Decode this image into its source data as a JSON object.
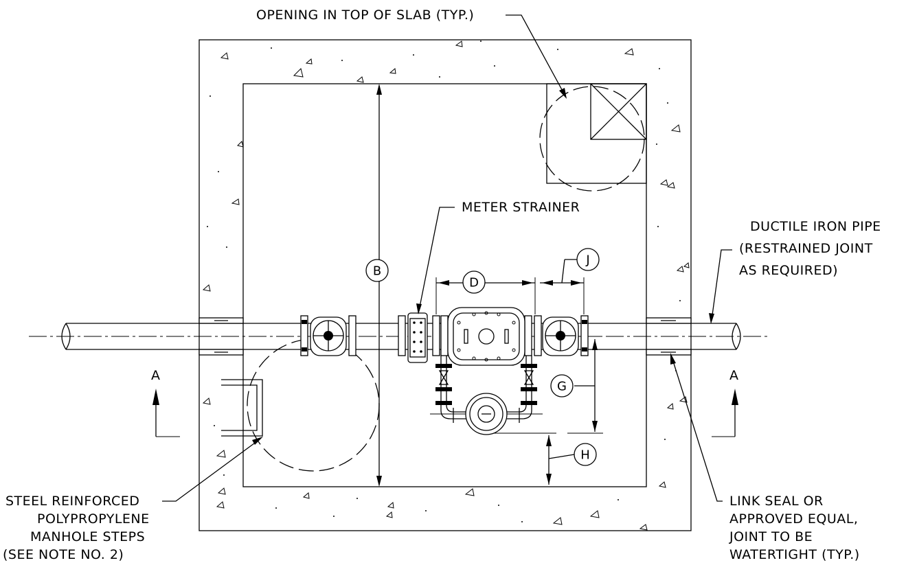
{
  "labels": {
    "opening": "OPENING IN TOP OF SLAB (TYP.)",
    "meter_strainer": "METER STRAINER",
    "ductile_iron": [
      "DUCTILE IRON PIPE",
      "(RESTRAINED JOINT",
      "AS REQUIRED)"
    ],
    "steps": [
      "STEEL REINFORCED",
      "POLYPROPYLENE",
      "MANHOLE STEPS",
      "(SEE NOTE NO. 2)"
    ],
    "link_seal": [
      "LINK SEAL OR",
      "APPROVED EQUAL,",
      "JOINT TO BE",
      "WATERTIGHT (TYP.)"
    ],
    "section_left": "A",
    "section_right": "A"
  },
  "dimensions": {
    "B": "B",
    "D": "D",
    "J": "J",
    "G": "G",
    "H": "H"
  }
}
